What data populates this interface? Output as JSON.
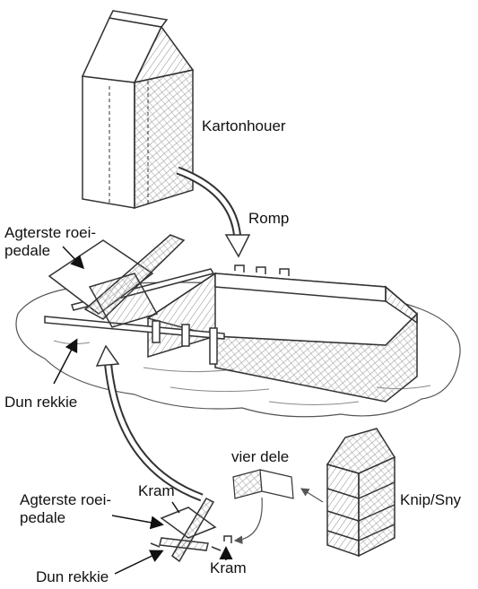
{
  "labels": {
    "carton": "Kartonhouer",
    "hull": "Romp",
    "rear_paddle_top_line1": "Agterste roei-",
    "rear_paddle_top_line2": "pedale",
    "thin_band_top": "Dun rekkie",
    "four_parts": "vier dele",
    "cut": "Knip/Sny",
    "staple_top": "Kram",
    "rear_paddle_bottom_line1": "Agterste roei-",
    "rear_paddle_bottom_line2": "pedale",
    "staple_bottom": "Kram",
    "thin_band_bottom": "Dun rekkie"
  },
  "colors": {
    "ink": "#333333",
    "hatch": "#8a8a8a",
    "paper": "#ffffff"
  }
}
